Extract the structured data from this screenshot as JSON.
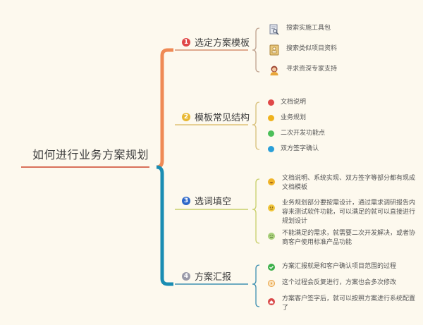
{
  "root": {
    "title": "如何进行业务方案规划",
    "color": "#d9705a"
  },
  "branches": [
    {
      "number": "1",
      "label": "选定方案模板",
      "number_color": "#e04848",
      "line_color": "#d58f6e",
      "children": [
        {
          "icon": "document-search-icon",
          "text": "搜索实施工具包"
        },
        {
          "icon": "contact-card-icon",
          "text": "搜索类似项目资料"
        },
        {
          "icon": "expert-person-icon",
          "text": "寻求资深专家支持"
        }
      ]
    },
    {
      "number": "2",
      "label": "模板常见结构",
      "number_color": "#e8b833",
      "line_color": "#e0c376",
      "children": [
        {
          "icon": "red-dot-icon",
          "color": "#e04848",
          "text": "文档说明"
        },
        {
          "icon": "yellow-dot-icon",
          "color": "#efb21d",
          "text": "业务规划"
        },
        {
          "icon": "green-dot-icon",
          "color": "#4cbf5a",
          "text": "二次开发功能点"
        },
        {
          "icon": "blue-dot-icon",
          "color": "#2a9fd8",
          "text": "双方签字确认"
        }
      ]
    },
    {
      "number": "3",
      "label": "选词填空",
      "number_color": "#2e68c9",
      "line_color": "#c8cf6a",
      "children": [
        {
          "icon": "smile-emoji-icon",
          "text": "文档说明、系统实现、双方签字等部分都有现成文档模板"
        },
        {
          "icon": "grin-emoji-icon",
          "text": "业务规划部分要按需设计，通过需求调研报告内容来测试软件功能，可以满足的就可以直接进行规划设计"
        },
        {
          "icon": "neutral-emoji-icon",
          "text": "不能满足的需求，就需要二次开发解决，或者协商客户使用标准产品功能"
        }
      ]
    },
    {
      "number": "4",
      "label": "方案汇报",
      "number_color": "#9a9aa8",
      "line_color": "#3d8fb0",
      "children": [
        {
          "icon": "check-circle-icon",
          "color": "#3cb04a",
          "text": "方案汇报就是和客户确认项目范围的过程"
        },
        {
          "icon": "repeat-circle-icon",
          "color": "#e8a040",
          "text": "这个过程会反复进行，方案也会多次修改"
        },
        {
          "icon": "home-circle-icon",
          "color": "#d94848",
          "text": "方案客户签字后，就可以按照方案进行系统配置了"
        }
      ]
    }
  ],
  "colors": {
    "background": "#fdf9ee",
    "upper_bracket": "#ef8a55",
    "lower_bracket": "#1a8db3"
  }
}
